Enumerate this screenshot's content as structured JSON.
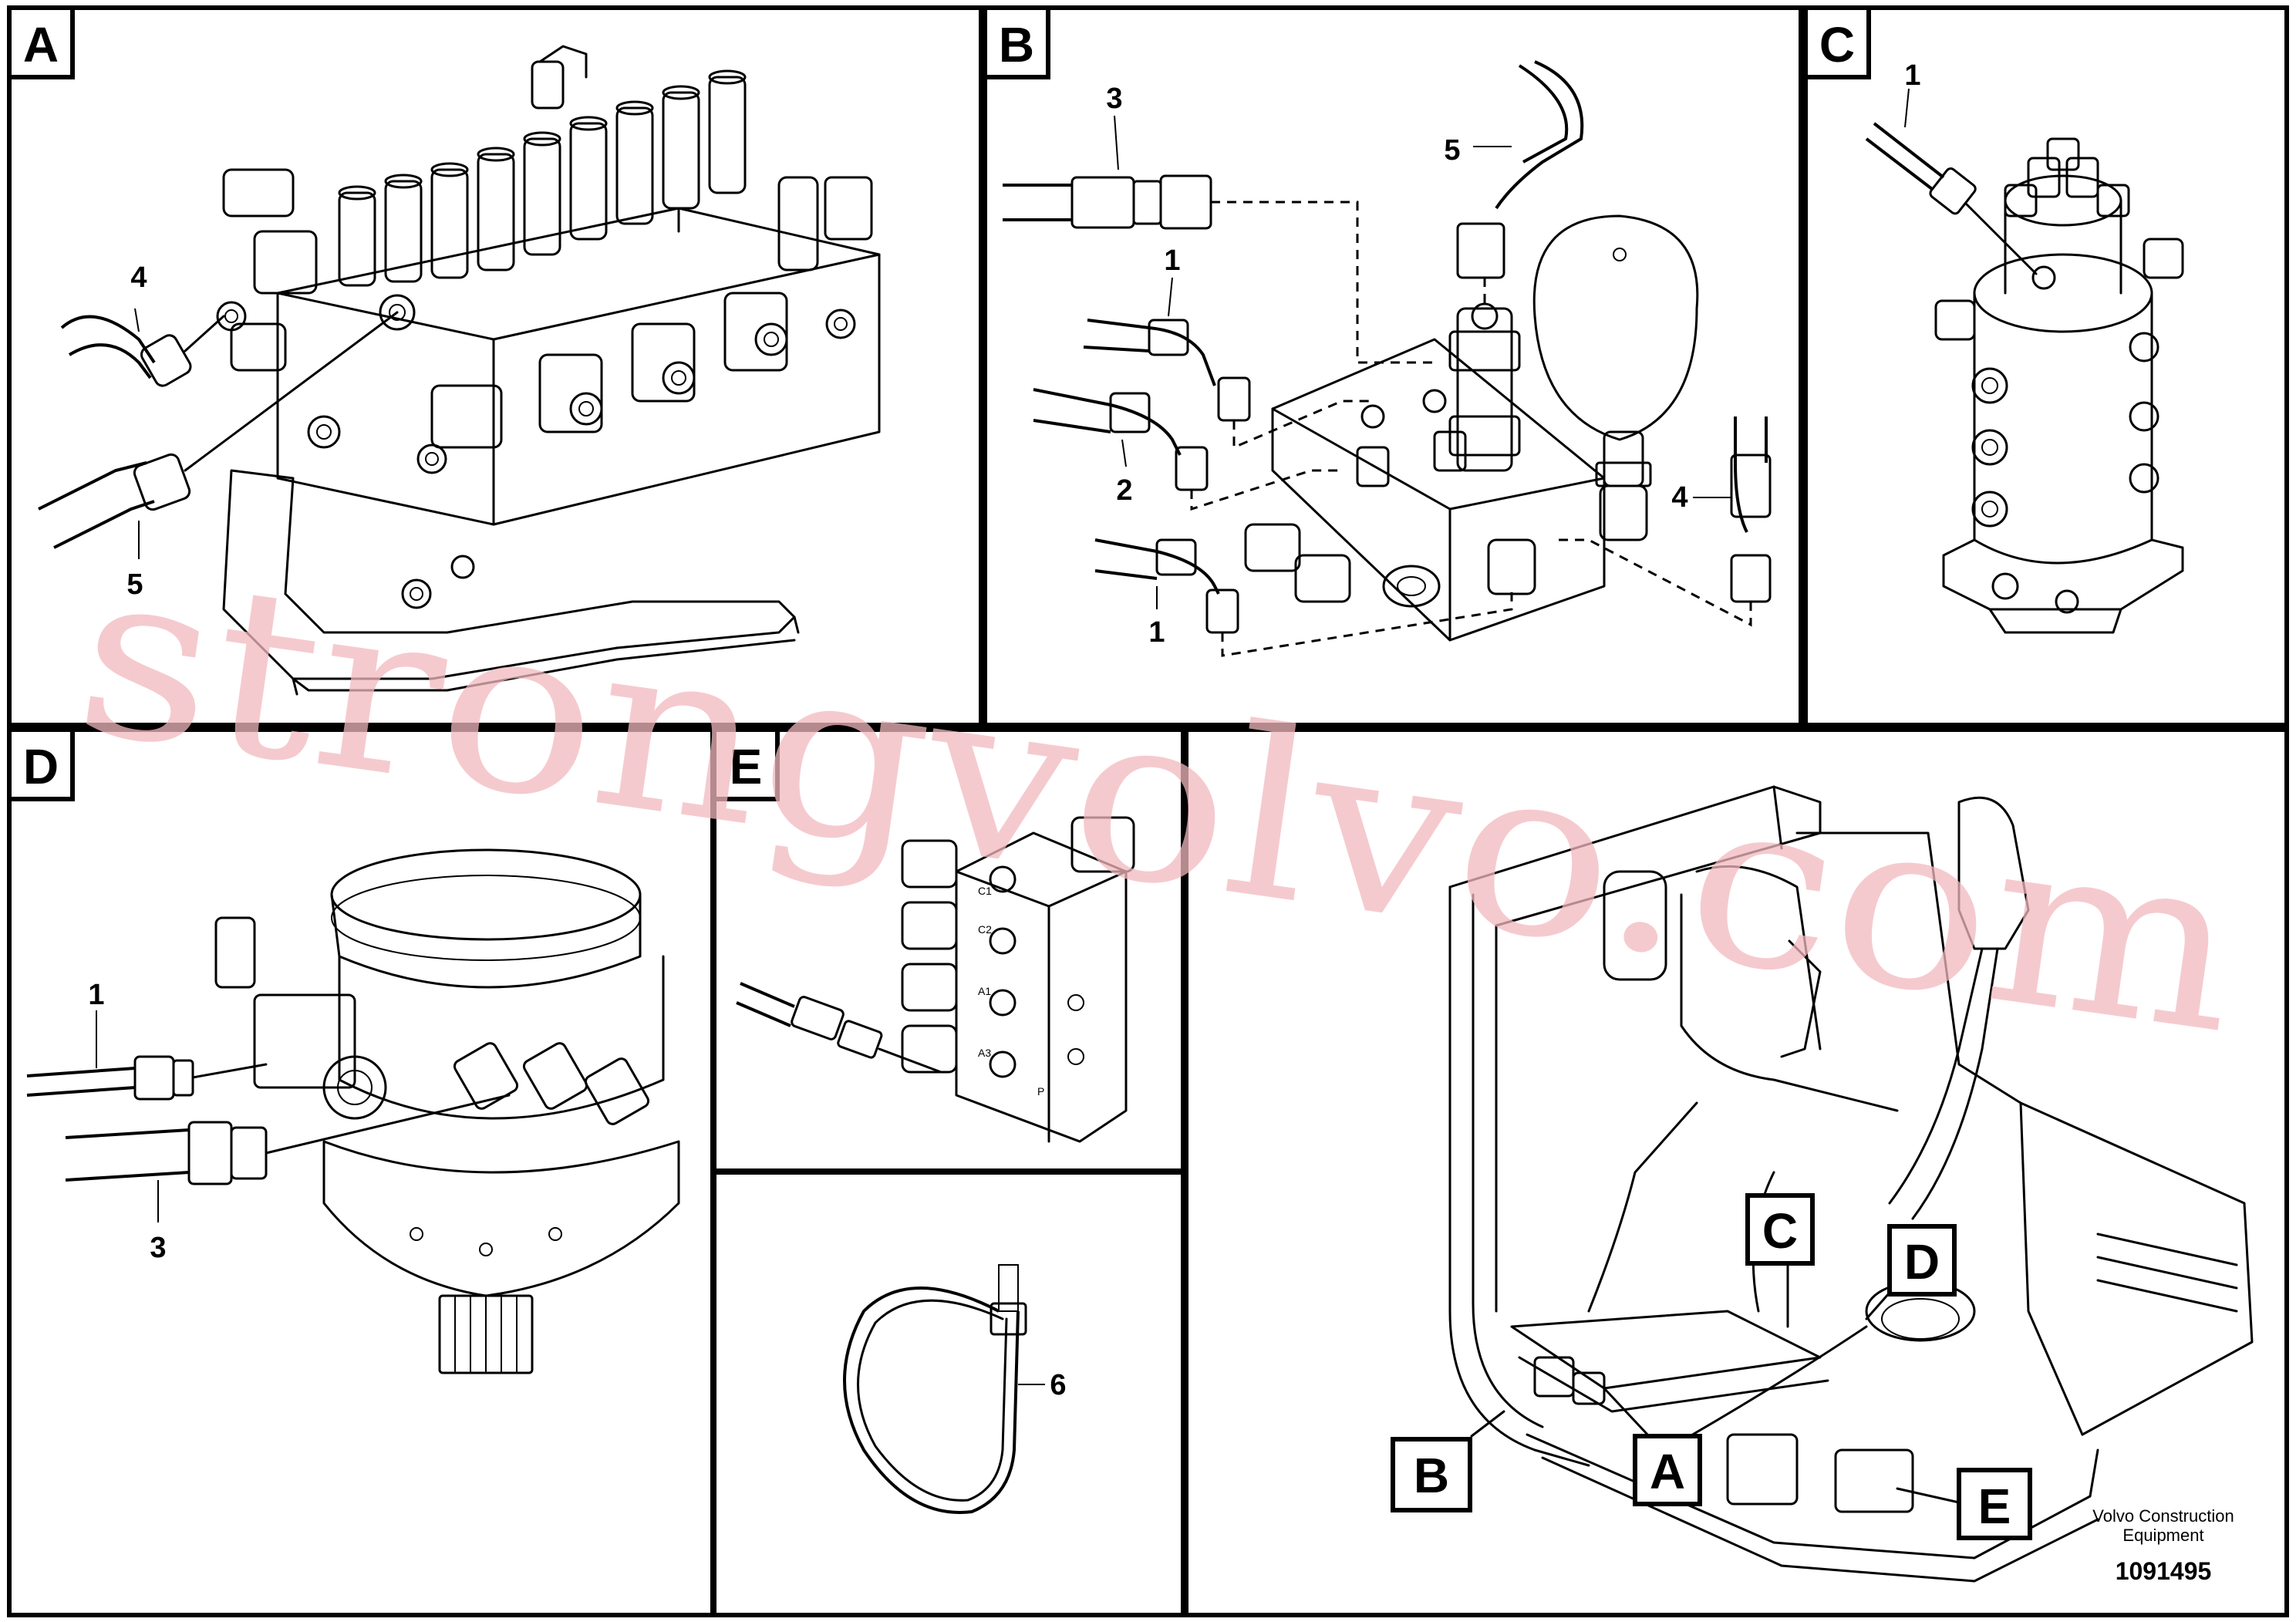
{
  "panels": {
    "A": {
      "tag": "A",
      "callouts": [
        "4",
        "5"
      ]
    },
    "B": {
      "tag": "B",
      "callouts": [
        "3",
        "5",
        "1",
        "2",
        "4",
        "1"
      ]
    },
    "C": {
      "tag": "C",
      "callouts": [
        "1"
      ]
    },
    "D": {
      "tag": "D",
      "callouts": [
        "1",
        "3"
      ]
    },
    "E": {
      "tag": "E",
      "block_text": [
        "C1",
        "C2",
        "A1",
        "A3",
        "P"
      ]
    },
    "F": {
      "callouts": [
        "6"
      ]
    },
    "overview": {
      "tags": [
        "C",
        "D",
        "B",
        "A",
        "E"
      ]
    }
  },
  "watermark": "strongvolvo.com",
  "branding": {
    "line1": "Volvo Construction",
    "line2": "Equipment",
    "code": "1091495"
  }
}
